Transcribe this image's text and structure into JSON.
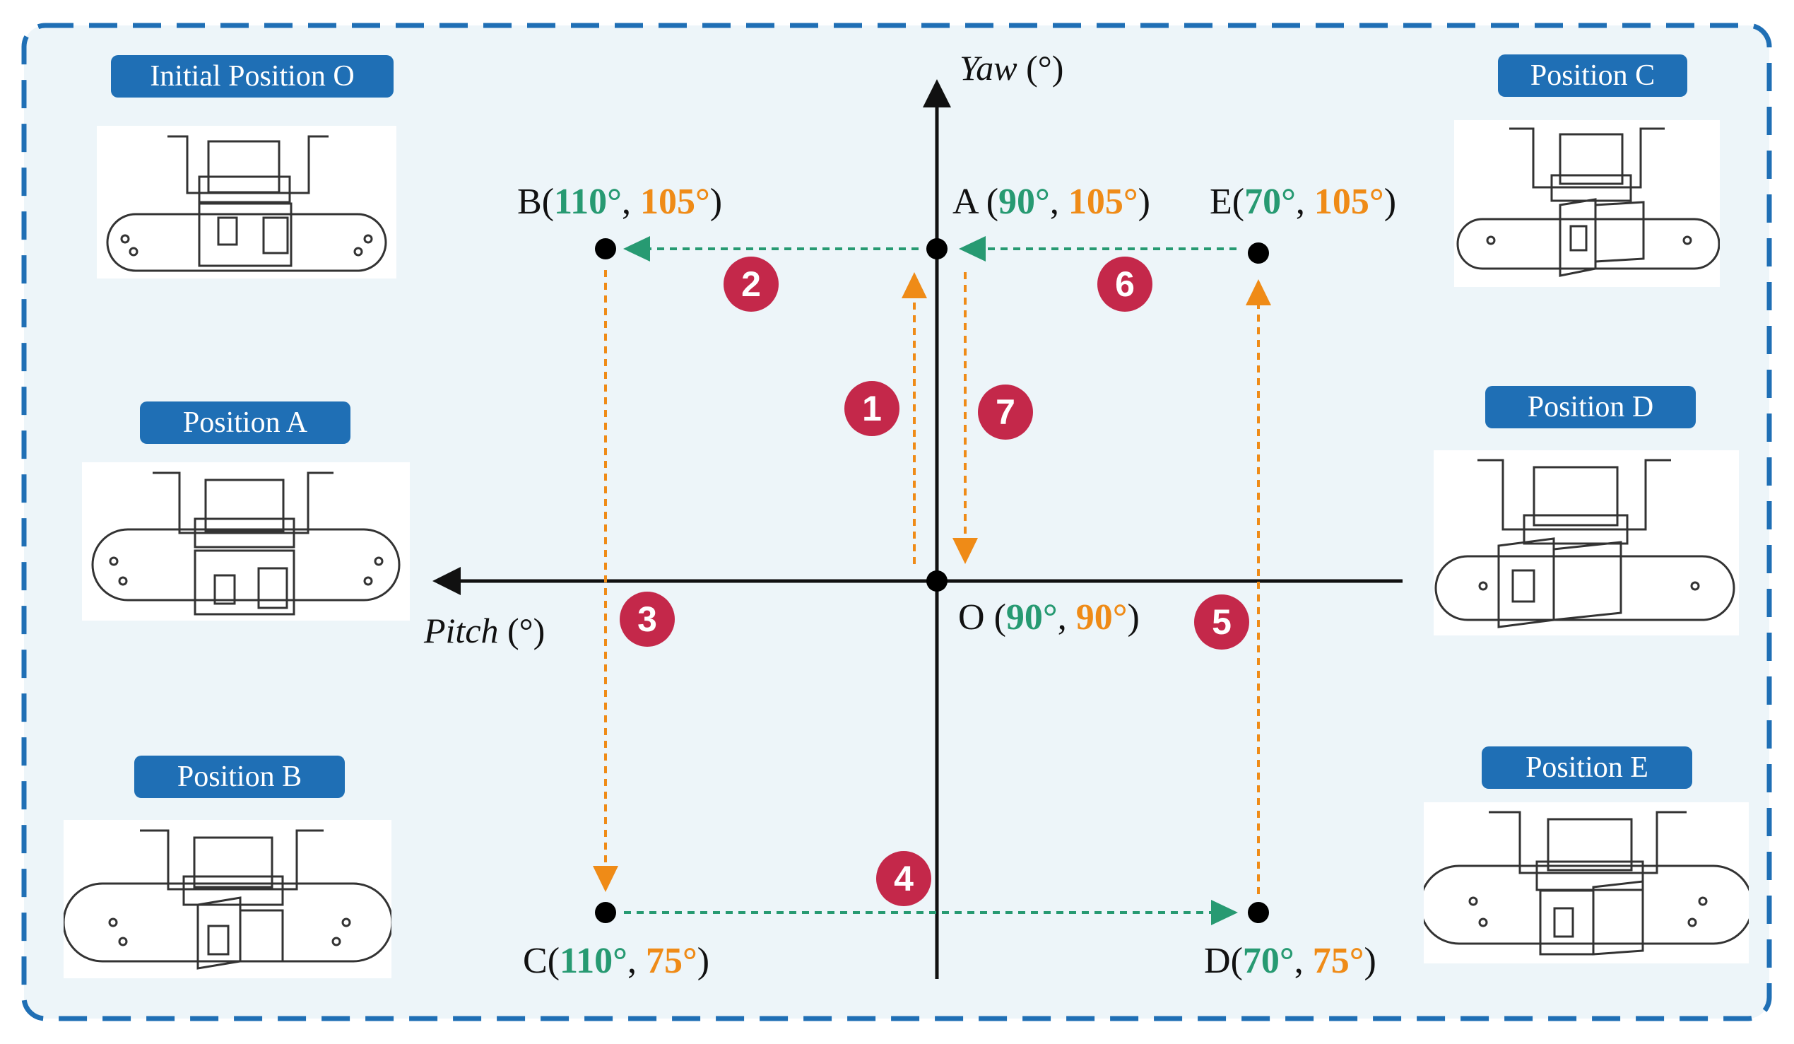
{
  "axes": {
    "yaw_name": "Yaw",
    "yaw_unit": " (°)",
    "pitch_name": "Pitch",
    "pitch_unit": " (°)"
  },
  "points": {
    "O": {
      "letter": "O",
      "pitch": "90°",
      "yaw": "90°"
    },
    "A": {
      "letter": "A",
      "pitch": "90°",
      "yaw": "105°"
    },
    "B": {
      "letter": "B",
      "pitch": "110°",
      "yaw": "105°"
    },
    "C": {
      "letter": "C",
      "pitch": "110°",
      "yaw": "75°"
    },
    "D": {
      "letter": "D",
      "pitch": "70°",
      "yaw": "75°"
    },
    "E": {
      "letter": "E",
      "pitch": "70°",
      "yaw": "105°"
    }
  },
  "steps": [
    "1",
    "2",
    "3",
    "4",
    "5",
    "6",
    "7"
  ],
  "positions": {
    "initial": "Initial Position O",
    "a": "Position A",
    "b": "Position B",
    "c": "Position C",
    "d": "Position D",
    "e": "Position E"
  },
  "colors": {
    "pitch_value": "#279a72",
    "yaw_value": "#ef8b17",
    "step_badge": "#c4284a",
    "label_badge": "#1f6fb5",
    "frame": "#1f6fb5",
    "panel": "#edf5f9"
  }
}
